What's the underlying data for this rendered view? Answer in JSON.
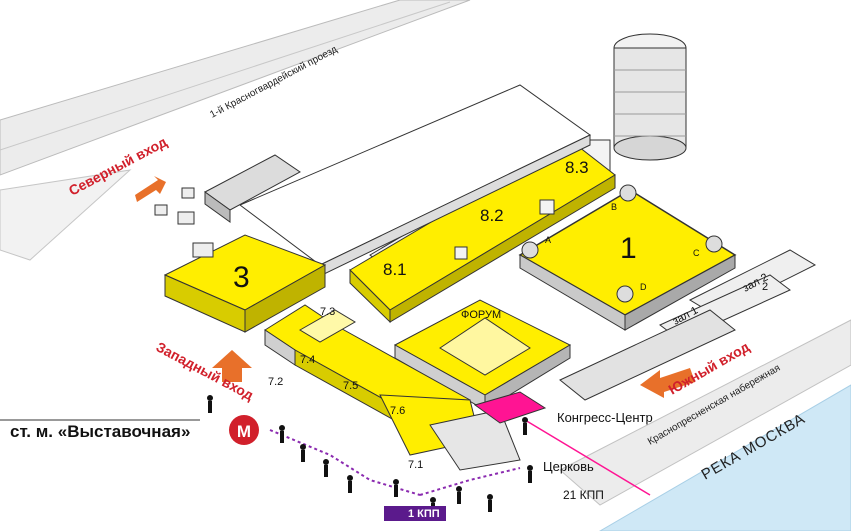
{
  "roads": {
    "north_street": "1-й Красногвардейский проезд",
    "embankment": "Краснопресненская набережная",
    "river": "РЕКА МОСКВА"
  },
  "entrances": {
    "north": "Северный вход",
    "west": "Западный вход",
    "south": "Южный вход"
  },
  "metro": {
    "label": "ст. м. «Выставочная»",
    "symbol": "М",
    "color": "#d1202b"
  },
  "halls": {
    "h1": "1",
    "h3": "3",
    "h8_1": "8.1",
    "h8_2": "8.2",
    "h8_3": "8.3",
    "forum": "ФОРУМ",
    "h7_1": "7.1",
    "h7_2": "7.2",
    "h7_3": "7.3",
    "h7_4": "7.4",
    "h7_5": "7.5",
    "h7_6": "7.6",
    "pav2": "2",
    "zal1": "зал 1",
    "zal2": "зал 2"
  },
  "hall1_corners": [
    "A",
    "B",
    "C",
    "D"
  ],
  "places": {
    "congress": "Конгресс-Центр",
    "church": "Церковь",
    "kpp21": "21 КПП",
    "kpp1": "1 КПП"
  },
  "colors": {
    "hall_yellow": "#ffee00",
    "accent_red": "#d1202b",
    "congress_magenta": "#ff1493",
    "kpp_purple": "#5b1a8c",
    "river_blue": "#cfe8f6",
    "road_grey": "#e8e8e8"
  }
}
